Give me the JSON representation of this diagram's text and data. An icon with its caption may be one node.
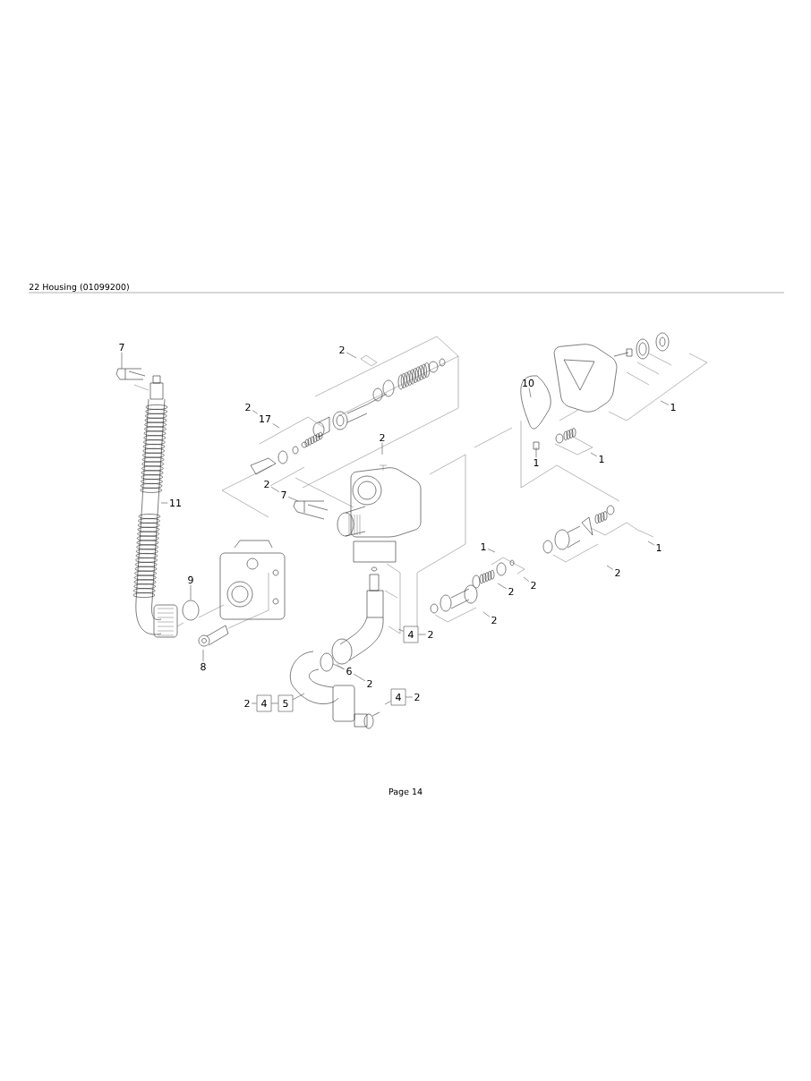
{
  "diagram": {
    "title": "22 Housing (01099200)",
    "caption": "Page 14",
    "nodes": [
      {
        "text": [
          "7"
        ]
      },
      {
        "text": [
          "2"
        ]
      },
      {
        "text": [
          "2"
        ]
      },
      {
        "text": [
          "17"
        ]
      },
      {
        "text": [
          "2"
        ]
      },
      {
        "text": [
          "10"
        ]
      },
      {
        "text": [
          "1"
        ]
      },
      {
        "text": [
          "1"
        ]
      },
      {
        "text": [
          "1"
        ]
      },
      {
        "text": [
          "11"
        ]
      },
      {
        "text": [
          "2"
        ]
      },
      {
        "text": [
          "7"
        ]
      },
      {
        "text": [
          "1"
        ]
      },
      {
        "text": [
          "1"
        ]
      },
      {
        "text": [
          "2"
        ]
      },
      {
        "text": [
          "2"
        ]
      },
      {
        "text": [
          "2"
        ]
      },
      {
        "text": [
          "2"
        ]
      },
      {
        "text": [
          "9"
        ]
      },
      {
        "text": [
          "4"
        ]
      },
      {
        "text": [
          "2"
        ]
      },
      {
        "text": [
          "8"
        ]
      },
      {
        "text": [
          "6"
        ]
      },
      {
        "text": [
          "2"
        ]
      },
      {
        "text": [
          "2"
        ]
      },
      {
        "text": [
          "4"
        ]
      },
      {
        "text": [
          "5"
        ]
      },
      {
        "text": [
          "4"
        ]
      },
      {
        "text": [
          "2"
        ]
      }
    ],
    "edges": [
      {
        "from": 0,
        "to": null,
        "arrow": "none"
      },
      {
        "from": 1,
        "to": null,
        "arrow": "none"
      },
      {
        "from": 2,
        "to": 3,
        "arrow": "none"
      },
      {
        "from": 3,
        "to": null,
        "arrow": "none"
      },
      {
        "from": 4,
        "to": null,
        "arrow": "none"
      },
      {
        "from": 5,
        "to": null,
        "arrow": "none"
      },
      {
        "from": 6,
        "to": null,
        "arrow": "none"
      },
      {
        "from": 7,
        "to": null,
        "arrow": "none"
      },
      {
        "from": 8,
        "to": null,
        "arrow": "none"
      },
      {
        "from": 9,
        "to": null,
        "arrow": "none"
      },
      {
        "from": 10,
        "to": 11,
        "arrow": "none"
      },
      {
        "from": 11,
        "to": null,
        "arrow": "none"
      },
      {
        "from": 12,
        "to": null,
        "arrow": "none"
      },
      {
        "from": 13,
        "to": null,
        "arrow": "none"
      },
      {
        "from": 14,
        "to": null,
        "arrow": "none"
      },
      {
        "from": 15,
        "to": null,
        "arrow": "none"
      },
      {
        "from": 16,
        "to": null,
        "arrow": "none"
      },
      {
        "from": 17,
        "to": null,
        "arrow": "none"
      },
      {
        "from": 18,
        "to": null,
        "arrow": "none"
      },
      {
        "from": 19,
        "to": 20,
        "arrow": "none"
      },
      {
        "from": 19,
        "to": null,
        "arrow": "none"
      },
      {
        "from": 21,
        "to": null,
        "arrow": "none"
      },
      {
        "from": 22,
        "to": 23,
        "arrow": "none"
      },
      {
        "from": 22,
        "to": null,
        "arrow": "none"
      },
      {
        "from": 24,
        "to": 25,
        "arrow": "none"
      },
      {
        "from": 25,
        "to": 26,
        "arrow": "none"
      },
      {
        "from": 26,
        "to": null,
        "arrow": "none"
      },
      {
        "from": 27,
        "to": 28,
        "arrow": "none"
      },
      {
        "from": 27,
        "to": null,
        "arrow": "none"
      }
    ]
  }
}
